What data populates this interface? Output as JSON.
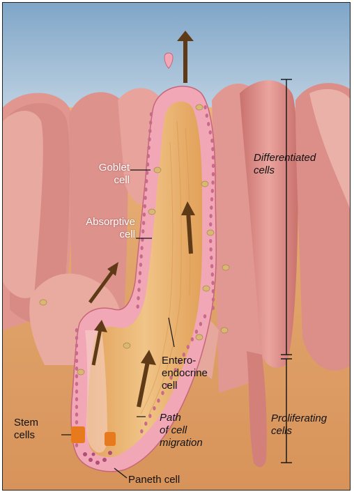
{
  "labels": {
    "goblet": "Goblet\ncell",
    "absorptive": "Absorptive\ncell",
    "enteroendocrine": "Entero-\nendocrine\ncell",
    "stem": "Stem\ncells",
    "paneth": "Paneth cell",
    "path": "Path\nof cell\nmigration",
    "differentiated": "Differentiated\ncells",
    "proliferating": "Proliferating\ncells"
  },
  "colors": {
    "sky_top": "#7fa6c8",
    "sky_bottom": "#e9eef3",
    "tissue": "#e59a95",
    "tissue_dark": "#c9716d",
    "tissue_light": "#f3c1b8",
    "stroma": "#e2a15a",
    "stroma_light": "#f0c487",
    "epithelium": "#f2a7b6",
    "nucleus": "#c96a8a",
    "goblet": "#d9b874",
    "stem_cell": "#e87a1e",
    "arrow": "#5e3a17"
  },
  "icons": [
    "migration-arrow",
    "scale-bar"
  ]
}
